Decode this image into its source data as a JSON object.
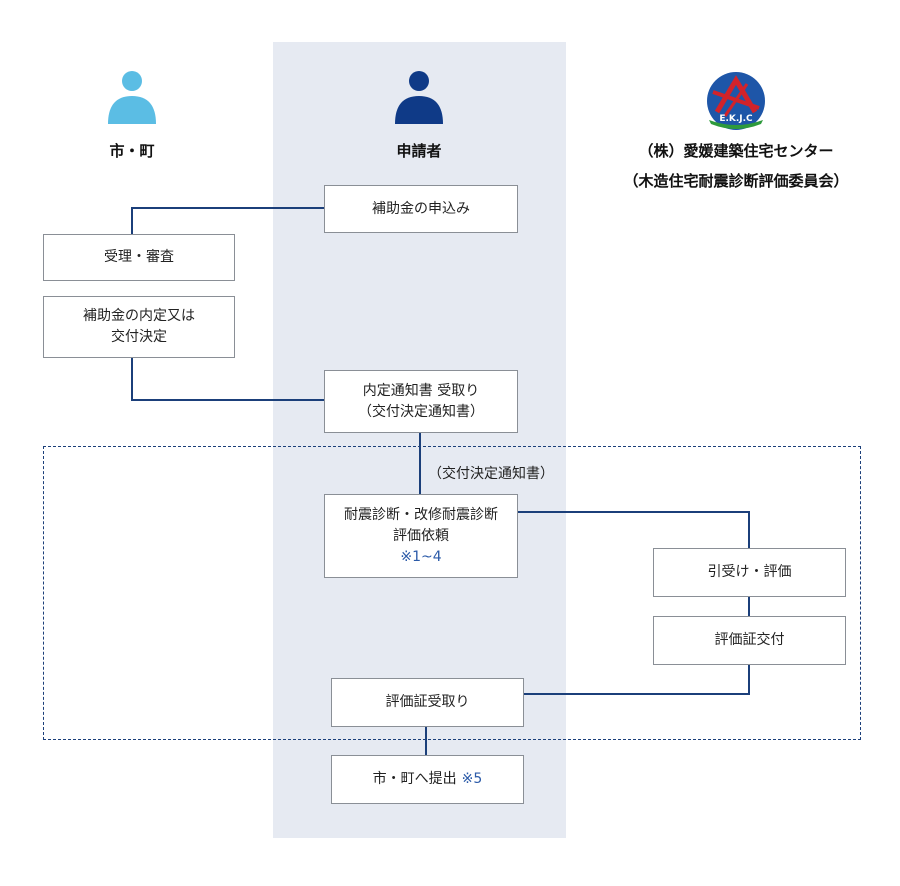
{
  "colors": {
    "lane_bg": "#e6eaf2",
    "line": "#1b3f7a",
    "person_light": "#5bbde4",
    "person_dark": "#0f3a87",
    "note": "#2b5aa8"
  },
  "columns": {
    "city": {
      "title": "市・町",
      "icon": "person-icon"
    },
    "applicant": {
      "title": "申請者",
      "icon": "person-icon"
    },
    "center": {
      "title_line1": "（株）愛媛建築住宅センター",
      "title_line2": "（木造住宅耐震診断評価委員会）",
      "logo_text": "E.K.J.C"
    }
  },
  "boxes": {
    "apply": "補助金の申込み",
    "receive_review": "受理・審査",
    "decision_line1": "補助金の内定又は",
    "decision_line2": "交付決定",
    "notice_line1": "内定通知書 受取り",
    "notice_line2": "（交付決定通知書）",
    "request_line1": "耐震診断・改修耐震診断",
    "request_line2": "評価依頼",
    "request_note": "※1~4",
    "accept_eval": "引受け・評価",
    "cert_issue": "評価証交付",
    "cert_receive": "評価証受取り",
    "submit_text": "市・町へ提出",
    "submit_note": "※5"
  },
  "connector_label": "（交付決定通知書）"
}
